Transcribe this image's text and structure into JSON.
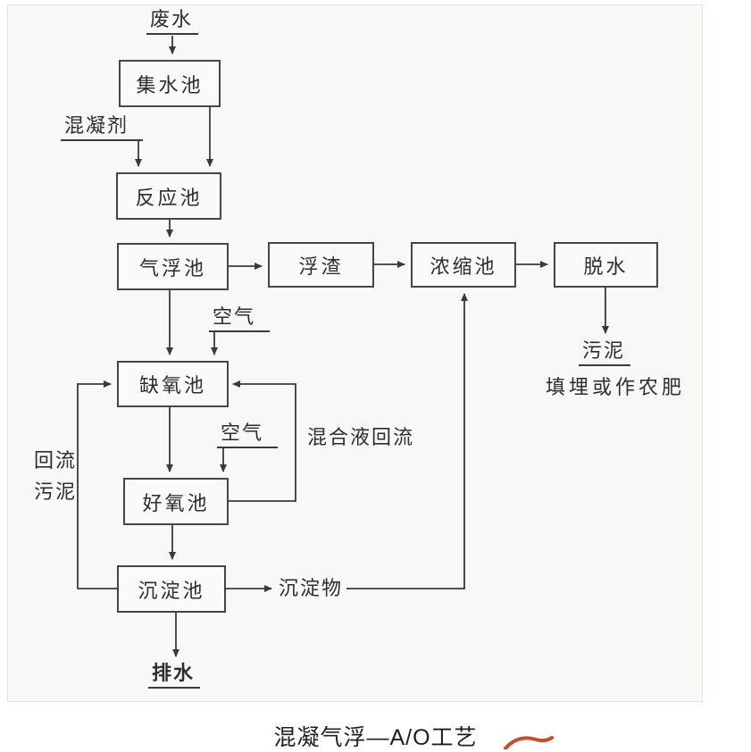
{
  "caption": "混凝气浮—A/O工艺",
  "nodes": {
    "collection_pool": {
      "label": "集水池"
    },
    "reaction_pool": {
      "label": "反应池"
    },
    "flotation_pool": {
      "label": "气浮池"
    },
    "scum": {
      "label": "浮渣"
    },
    "thickening_pool": {
      "label": "浓缩池"
    },
    "dewatering": {
      "label": "脱水"
    },
    "anoxic_pool": {
      "label": "缺氧池"
    },
    "aerobic_pool": {
      "label": "好氧池"
    },
    "sedimentation_pool": {
      "label": "沉淀池"
    }
  },
  "labels": {
    "wastewater": "废水",
    "coagulant": "混凝剂",
    "air_top": "空气",
    "air_bottom": "空气",
    "mixed_liquor_return": "混合液回流",
    "return_sludge_line1": "回流",
    "return_sludge_line2": "污泥",
    "sediment": "沉淀物",
    "sludge": "污泥",
    "sludge_disposal": "填埋或作农肥",
    "drainage": "排水"
  },
  "colors": {
    "line": "#3b3a37",
    "box_border": "#474642",
    "red_mark": "#cc4a2a"
  }
}
